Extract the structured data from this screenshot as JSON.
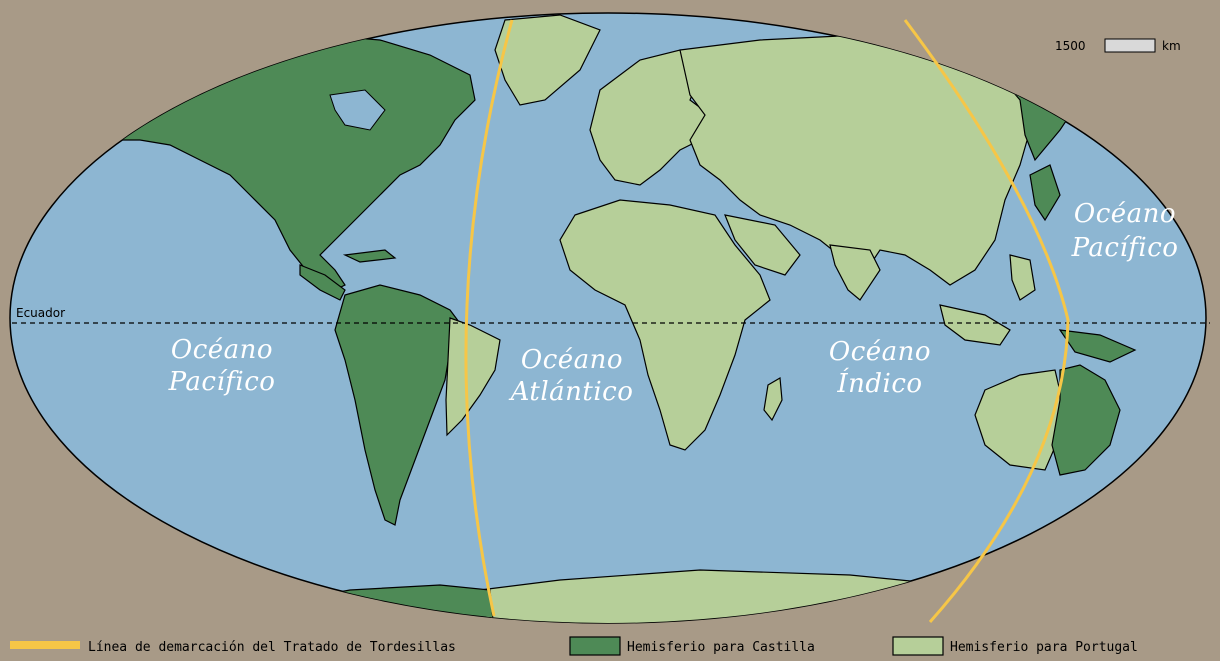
{
  "map": {
    "ocean_color": "#8db6d2",
    "frame_color": "#a89a87",
    "castilla_color": "#4e8a56",
    "portugal_color": "#b6cf99",
    "line_color": "#f6c647",
    "labels": {
      "pacific_west_1": "Océano",
      "pacific_west_2": "Pacífico",
      "atlantic_1": "Océano",
      "atlantic_2": "Atlántico",
      "indian_1": "Océano",
      "indian_2": "Índico",
      "pacific_east_1": "Océano",
      "pacific_east_2": "Pacífico",
      "equator": "Ecuador"
    },
    "scale": {
      "value": "1500",
      "unit": "km"
    }
  },
  "legend": {
    "line_label": "Línea de demarcación del Tratado de Tordesillas",
    "castilla_label": "Hemisferio para Castilla",
    "portugal_label": "Hemisferio para Portugal"
  }
}
